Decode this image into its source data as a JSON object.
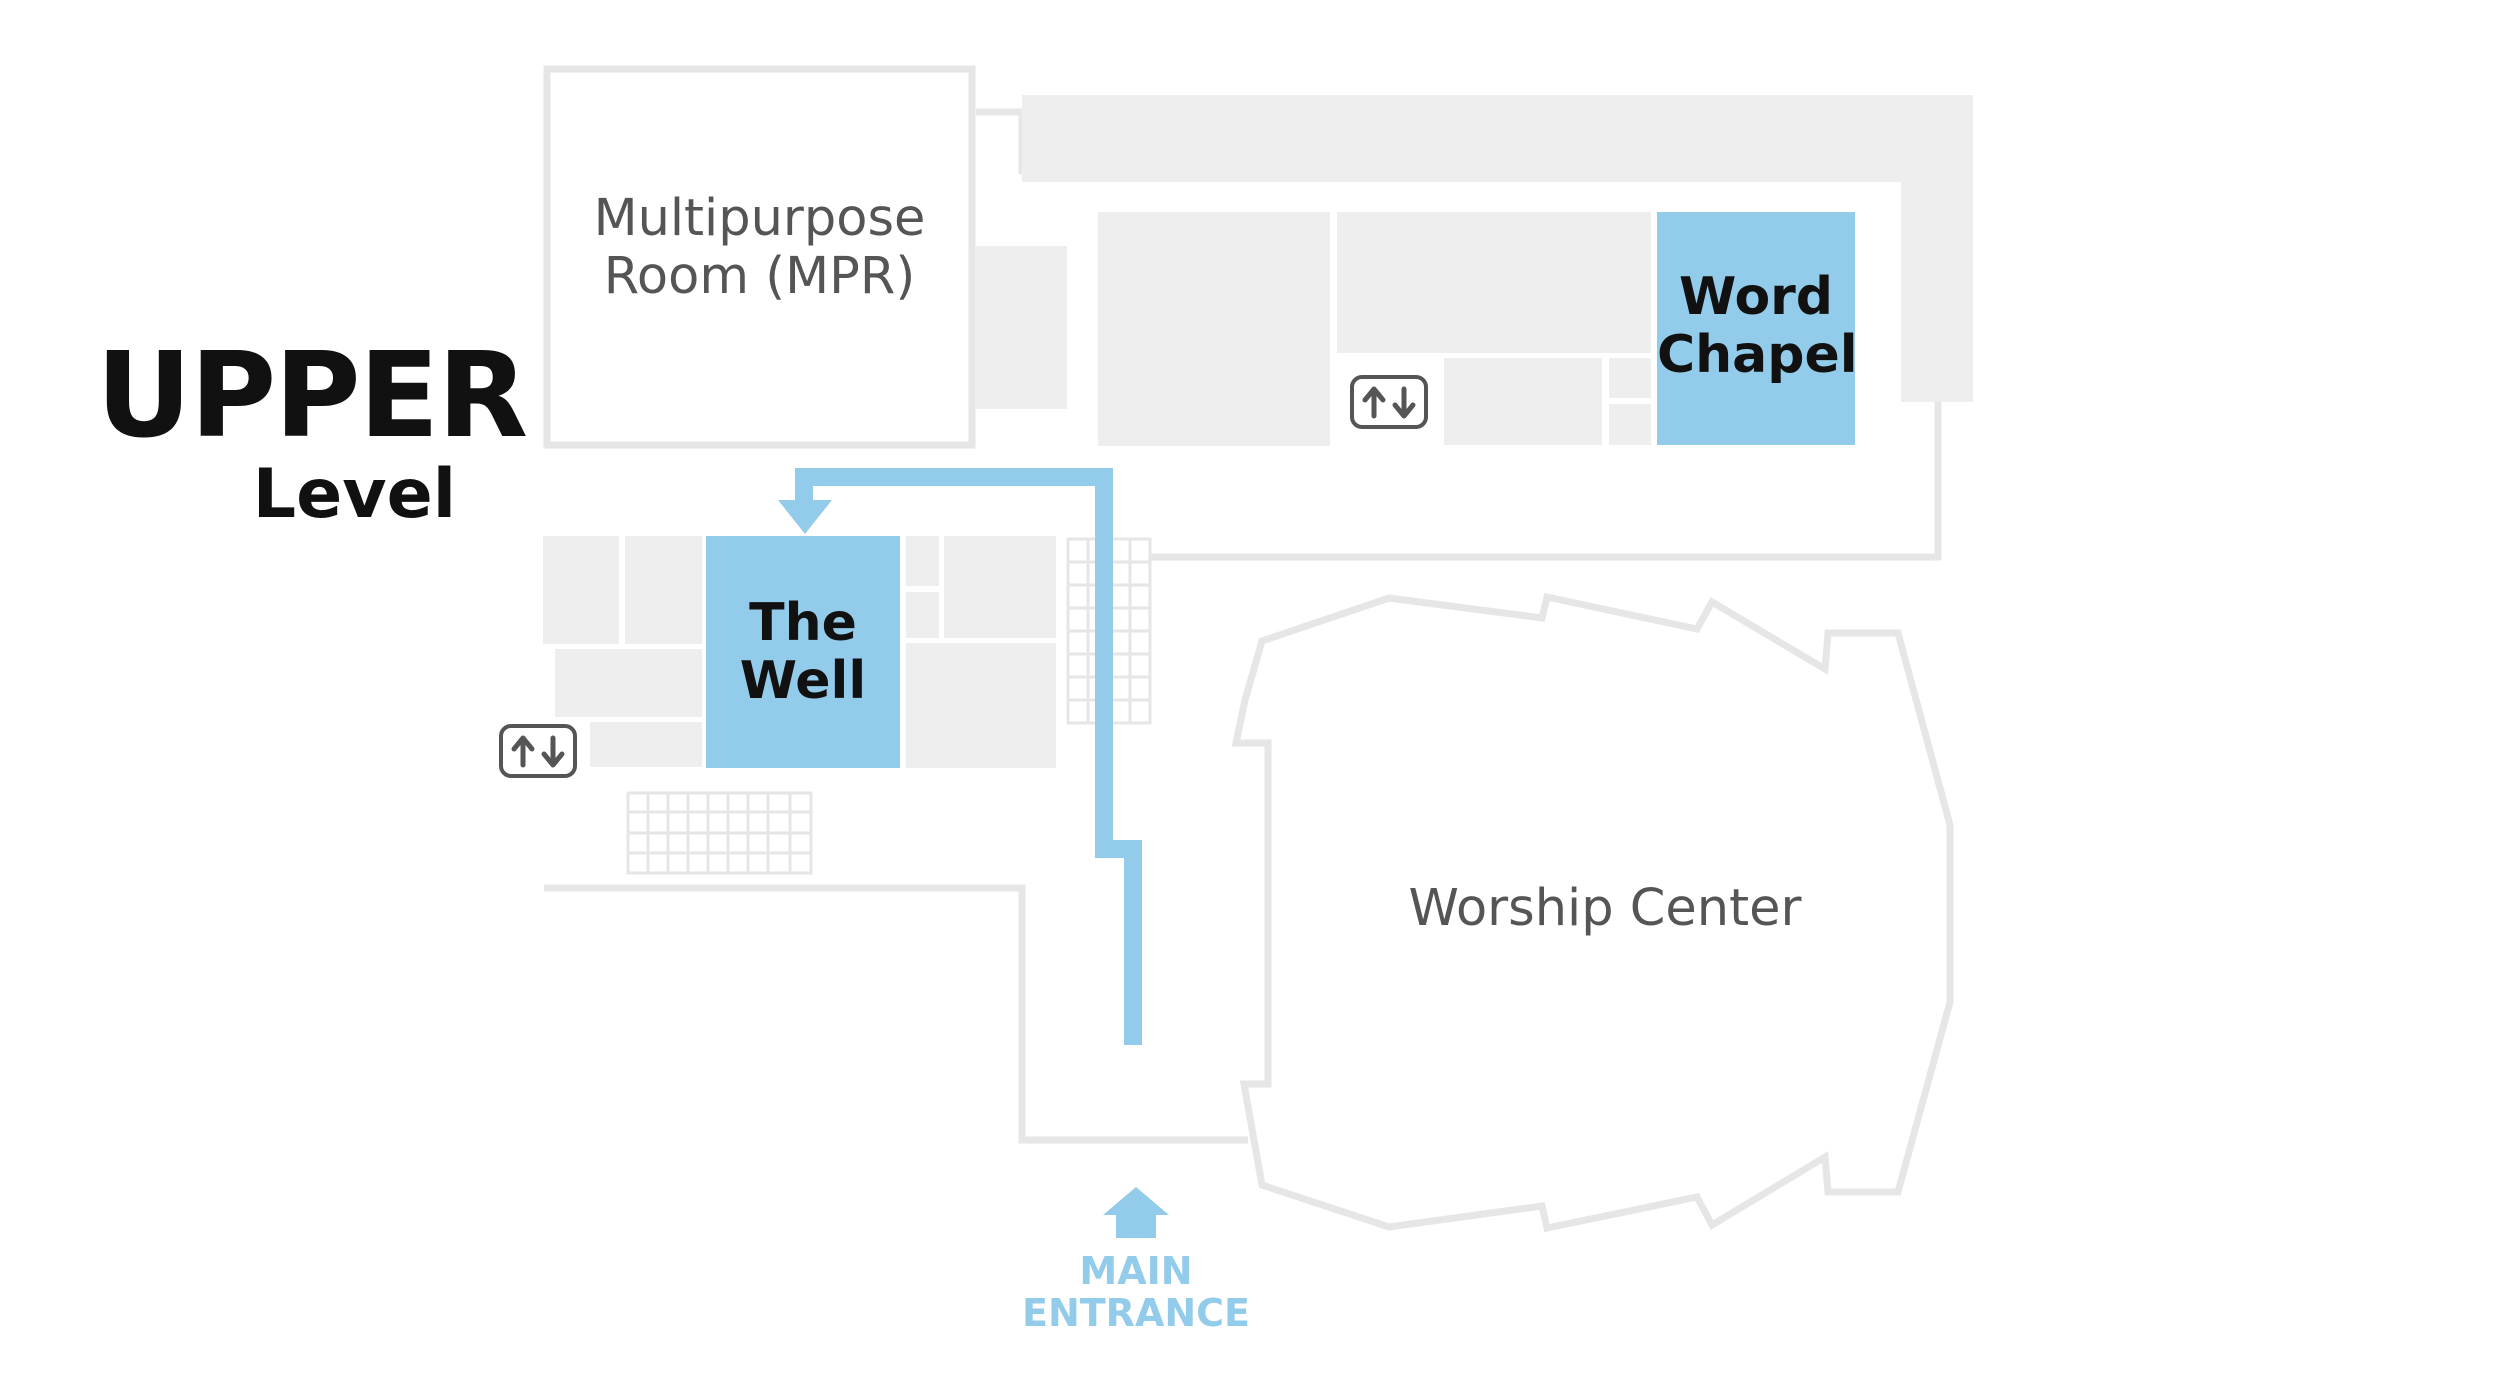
{
  "heading": {
    "main": "UPPER",
    "sub": "Level"
  },
  "rooms": {
    "mpr": {
      "line1": "Multipurpose",
      "line2": "Room (MPR)"
    },
    "word_chapel": {
      "line1": "Word",
      "line2": "Chapel"
    },
    "the_well": {
      "line1": "The",
      "line2": "Well"
    },
    "worship_center": {
      "label": "Worship Center"
    }
  },
  "entrance": {
    "line1": "MAIN",
    "line2": "ENTRANCE"
  },
  "icons": {
    "elevator": "elevator-icon",
    "entrance_arrow": "up-arrow-icon",
    "route": "route-path"
  },
  "colors": {
    "highlight": "#93cbea",
    "room_fill": "#eeeeee",
    "wall": "#e6e6e6",
    "text_dark": "#111111",
    "text_gray": "#555555"
  }
}
